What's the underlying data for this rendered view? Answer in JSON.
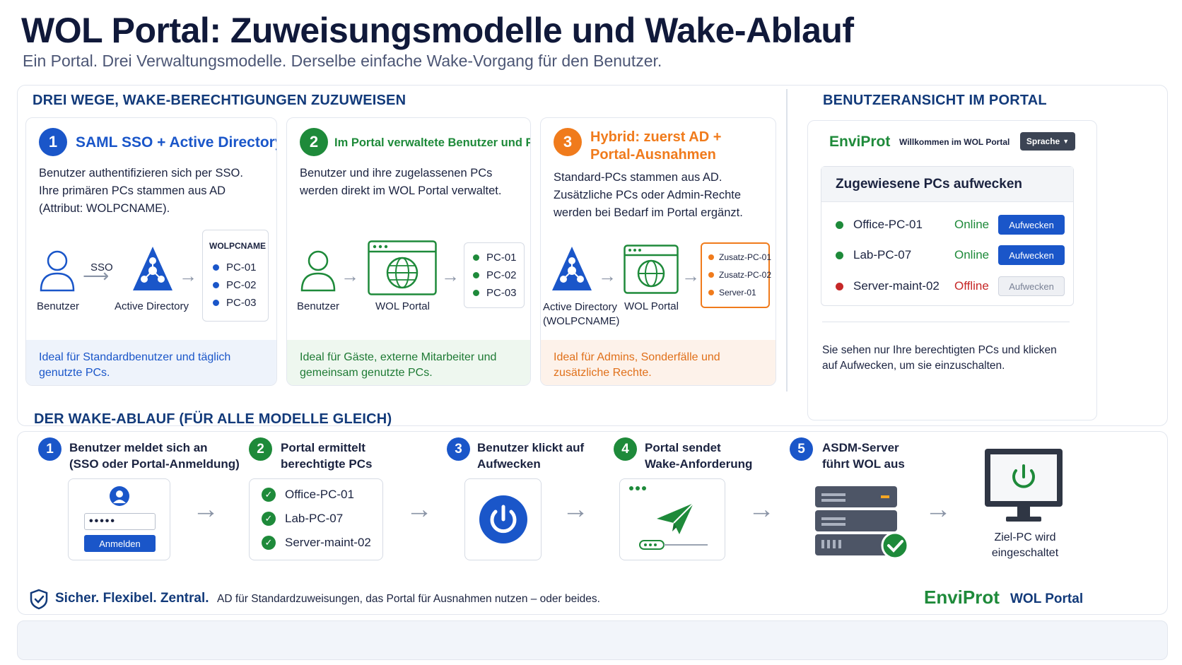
{
  "title": "WOL Portal: Zuweisungsmodelle und Wake-Ablauf",
  "subtitle": "Ein Portal. Drei Verwaltungsmodelle. Derselbe einfache Wake-Vorgang für den Benutzer.",
  "colors": {
    "blue": "#1a56c9",
    "green": "#1e8a3a",
    "orange": "#f07b1c",
    "red": "#c62828",
    "navy": "#123a7a"
  },
  "assign": {
    "heading": "DREI WEGE, WAKE-BERECHTIGUNGEN ZUZUWEISEN",
    "cards": [
      {
        "num": "1",
        "title": "SAML SSO + Active Directory",
        "desc": "Benutzer authentifizieren sich per SSO. Ihre primären PCs stammen aus AD (Attribut: WOLPCNAME).",
        "user_label": "Benutzer",
        "sso_label": "SSO",
        "ad_label": "Active Directory",
        "list_title": "WOLPCNAME",
        "list": [
          "PC-01",
          "PC-02",
          "PC-03"
        ],
        "foot": "Ideal für Standardbenutzer und täglich genutzte PCs."
      },
      {
        "num": "2",
        "title": "Im Portal verwaltete Benutzer und PCs",
        "desc": "Benutzer und ihre zugelassenen PCs werden direkt im WOL Portal verwaltet.",
        "user_label": "Benutzer",
        "portal_label": "WOL Portal",
        "list": [
          "PC-01",
          "PC-02",
          "PC-03"
        ],
        "foot": "Ideal für Gäste, externe Mitarbeiter und gemeinsam genutzte PCs."
      },
      {
        "num": "3",
        "title_line1": "Hybrid: zuerst AD +",
        "title_line2": "Portal-Ausnahmen",
        "desc": "Standard-PCs stammen aus AD. Zusätzliche PCs oder Admin-Rechte werden bei Bedarf im Portal ergänzt.",
        "ad_label_line1": "Active Directory",
        "ad_label_line2": "(WOLPCNAME)",
        "portal_label": "WOL Portal",
        "list": [
          "Zusatz-PC-01",
          "Zusatz-PC-02",
          "Server-01"
        ],
        "foot": "Ideal für Admins, Sonderfälle und zusätzliche Rechte."
      }
    ]
  },
  "user_view": {
    "heading": "BENUTZERANSICHT IM PORTAL",
    "brand": "EnviProt",
    "welcome": "Willkommen im WOL Portal",
    "lang_button": "Sprache",
    "list_title": "Zugewiesene PCs aufwecken",
    "pcs": [
      {
        "name": "Office-PC-01",
        "status": "Online",
        "action": "Aufwecken",
        "online": true
      },
      {
        "name": "Lab-PC-07",
        "status": "Online",
        "action": "Aufwecken",
        "online": true
      },
      {
        "name": "Server-maint-02",
        "status": "Offline",
        "action": "Aufwecken",
        "online": false
      }
    ],
    "note": "Sie sehen nur Ihre berechtigten PCs und klicken auf Aufwecken, um sie einzuschalten."
  },
  "flow": {
    "heading": "DER WAKE-ABLAUF (FÜR ALLE MODELLE GLEICH)",
    "steps": [
      {
        "num": "1",
        "line1": "Benutzer meldet sich an",
        "line2": "(SSO oder Portal-Anmeldung)"
      },
      {
        "num": "2",
        "line1": "Portal ermittelt",
        "line2": "berechtigte PCs"
      },
      {
        "num": "3",
        "line1": "Benutzer klickt auf",
        "line2": "Aufwecken"
      },
      {
        "num": "4",
        "line1": "Portal sendet",
        "line2": "Wake-Anforderung"
      },
      {
        "num": "5",
        "line1": "ASDM-Server",
        "line2": "führt WOL aus"
      }
    ],
    "password_mask": "•••••",
    "login_button": "Anmelden",
    "eligible": [
      "Office-PC-01",
      "Lab-PC-07",
      "Server-maint-02"
    ],
    "target_line1": "Ziel-PC wird",
    "target_line2": "eingeschaltet"
  },
  "footer": {
    "tagline": "Sicher. Flexibel. Zentral.",
    "text": "AD für Standardzuweisungen, das Portal für Ausnahmen nutzen – oder beides.",
    "brand": "EnviProt",
    "product": "WOL Portal"
  }
}
